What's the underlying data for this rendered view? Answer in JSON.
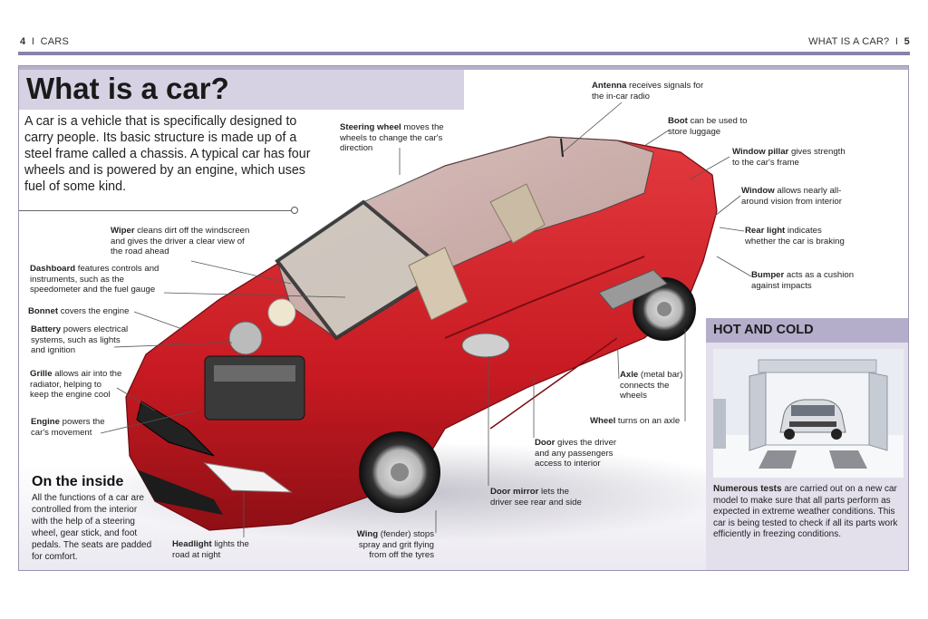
{
  "header": {
    "left_page": "4",
    "left_sep": "I",
    "left_section": "CARS",
    "right_section": "WHAT IS A CAR?",
    "right_sep": "I",
    "right_page": "5"
  },
  "title": "What is a car?",
  "intro": "A car is a vehicle that is specifically designed to carry people. Its basic structure is made up of a steel frame called a chassis. A typical car has four wheels and is powered by an engine, which uses fuel of some kind.",
  "labels": {
    "antenna": {
      "term": "Antenna",
      "text": " receives signals for the in-car radio"
    },
    "steering_wheel": {
      "term": "Steering wheel",
      "text": " moves the wheels to change the car's direction"
    },
    "boot": {
      "term": "Boot",
      "text": " can be used to store luggage"
    },
    "window_pillar": {
      "term": "Window pillar",
      "text": " gives strength to the car's frame"
    },
    "window": {
      "term": "Window",
      "text": " allows nearly all-around vision from interior"
    },
    "rear_light": {
      "term": "Rear light",
      "text": " indicates whether the car is braking"
    },
    "bumper": {
      "term": "Bumper",
      "text": " acts as a cushion against impacts"
    },
    "wiper": {
      "term": "Wiper",
      "text": " cleans dirt off the windscreen and gives the driver a clear view of the road ahead"
    },
    "dashboard": {
      "term": "Dashboard",
      "text": " features controls and instruments, such as the speedometer and the fuel gauge"
    },
    "bonnet": {
      "term": "Bonnet",
      "text": " covers the engine"
    },
    "battery": {
      "term": "Battery",
      "text": " powers electrical systems, such as lights and ignition"
    },
    "grille": {
      "term": "Grille",
      "text": " allows air into the radiator, helping to keep the engine cool"
    },
    "engine": {
      "term": "Engine",
      "text": " powers the car's movement"
    },
    "axle": {
      "term": "Axle",
      "text": " (metal bar) connects the wheels"
    },
    "wheel": {
      "term": "Wheel",
      "text": " turns on an axle"
    },
    "door": {
      "term": "Door",
      "text": " gives the driver and any passengers access to interior"
    },
    "door_mirror": {
      "term": "Door mirror",
      "text": " lets the driver see rear and side"
    },
    "wing": {
      "term": "Wing",
      "text": " (fender) stops spray and grit flying from off the tyres"
    },
    "headlight": {
      "term": "Headlight",
      "text": " lights the road at night"
    }
  },
  "inside": {
    "title": "On the inside",
    "text": "All the functions of a car are controlled from the interior with the help of a steering wheel, gear stick, and foot pedals. The seats are padded for comfort."
  },
  "hot_cold": {
    "title": "HOT AND COLD",
    "lead": "Numerous tests",
    "text": " are carried out on a new car model to make sure that all parts perform as expected in extreme weather conditions. This car is being tested to check if all its parts work efficiently in freezing conditions."
  },
  "colors": {
    "accent_bar": "#8a82a8",
    "title_box": "#d6d2e3",
    "hot_header": "#b4aecb",
    "hot_panel": "#e3e0ec",
    "car_red": "#c81a22"
  }
}
